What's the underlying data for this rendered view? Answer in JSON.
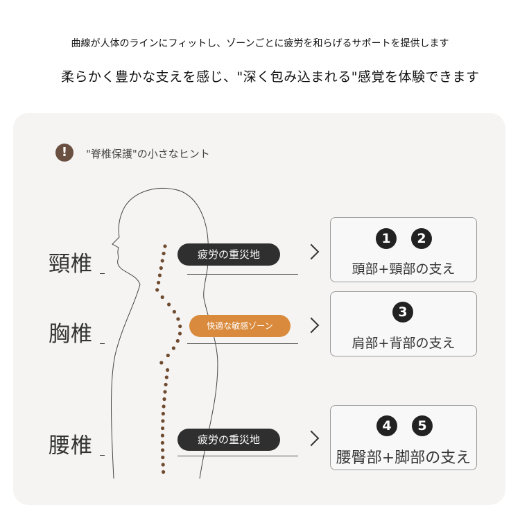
{
  "header": {
    "line1": "曲線が人体のラインにフィットし、ゾーンごとに疲労を和らげるサポートを提供します",
    "line2": "柔らかく豊かな支えを感じ、\"深く包み込まれる\"感覚を体験できます"
  },
  "tip": {
    "icon": "!",
    "text": "\"脊椎保護\"の小さなヒント"
  },
  "segments": [
    {
      "label": "頸椎",
      "pill": "疲労の重災地",
      "numbers": [
        "1",
        "2"
      ],
      "support": "頭部+頸部の支え"
    },
    {
      "label": "胸椎",
      "pill": "快適な敏感ゾーン",
      "numbers": [
        "3"
      ],
      "support": "肩部+背部の支え"
    },
    {
      "label": "腰椎",
      "pill": "疲労の重災地",
      "numbers": [
        "4",
        "5"
      ],
      "support": "腰臀部+脚部の支え"
    }
  ],
  "colors": {
    "card_bg": "#f5f4f3",
    "pill_dark": "#2f2f2f",
    "pill_orange": "#d98a3c",
    "spine_dots": "#6e4a2f",
    "tip_icon": "#6a5040"
  }
}
